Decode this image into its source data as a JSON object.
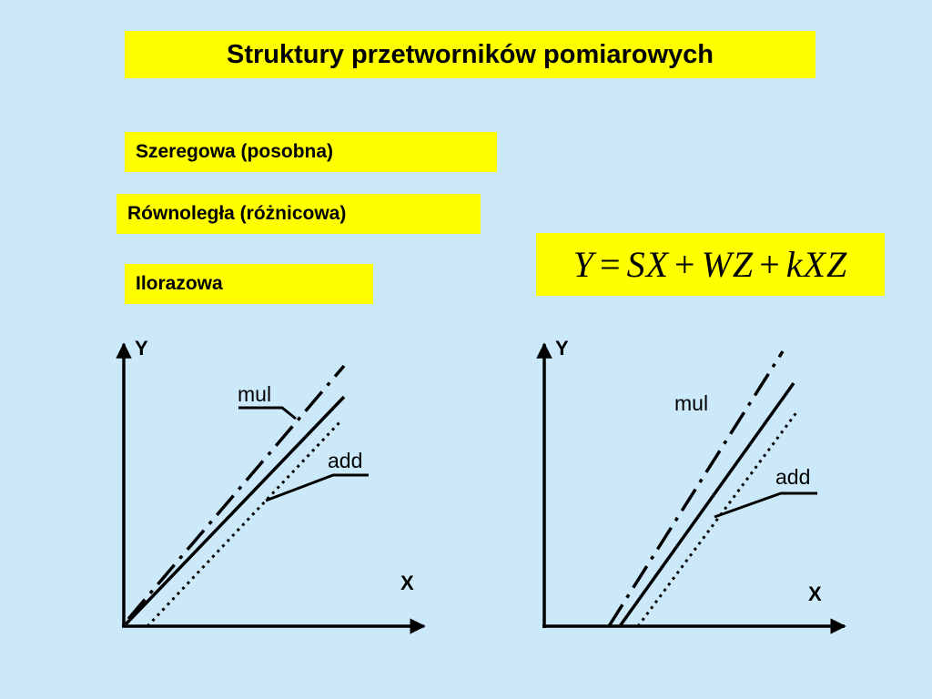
{
  "title": "Struktury przetworników pomiarowych",
  "structures": {
    "serial": "Szeregowa (posobna)",
    "parallel": "Równoległa (różnicowa)",
    "ratio": "Ilorazowa"
  },
  "formula": {
    "Y": "Y",
    "eq": "=",
    "SX": "SX",
    "plus1": "+",
    "WZ": "WZ",
    "plus2": "+",
    "kXZ": "kXZ"
  },
  "diagram_left": {
    "y_label": "Y",
    "x_label": "X",
    "mul_label": "mul",
    "add_label": "add"
  },
  "diagram_right": {
    "y_label": "Y",
    "x_label": "X",
    "mul_label": "mul",
    "add_label": "add"
  },
  "colors": {
    "background": "#cce9fa",
    "box": "#ffff00",
    "ink": "#000000"
  }
}
